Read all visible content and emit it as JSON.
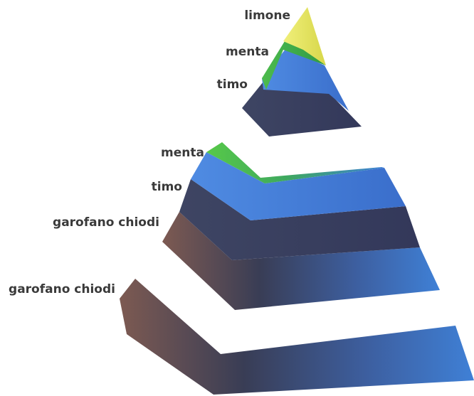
{
  "pyramid": {
    "top_labels": [
      "limone",
      "menta",
      "timo"
    ],
    "bottom_labels": [
      "menta",
      "timo",
      "garofano chiodi",
      "garofano chiodi"
    ]
  },
  "colors": {
    "yellow": "#e3e35a",
    "green": "#3fb24a",
    "blue": "#4a7fd2",
    "navy": "#35395e",
    "brown": "#6a4b46"
  }
}
